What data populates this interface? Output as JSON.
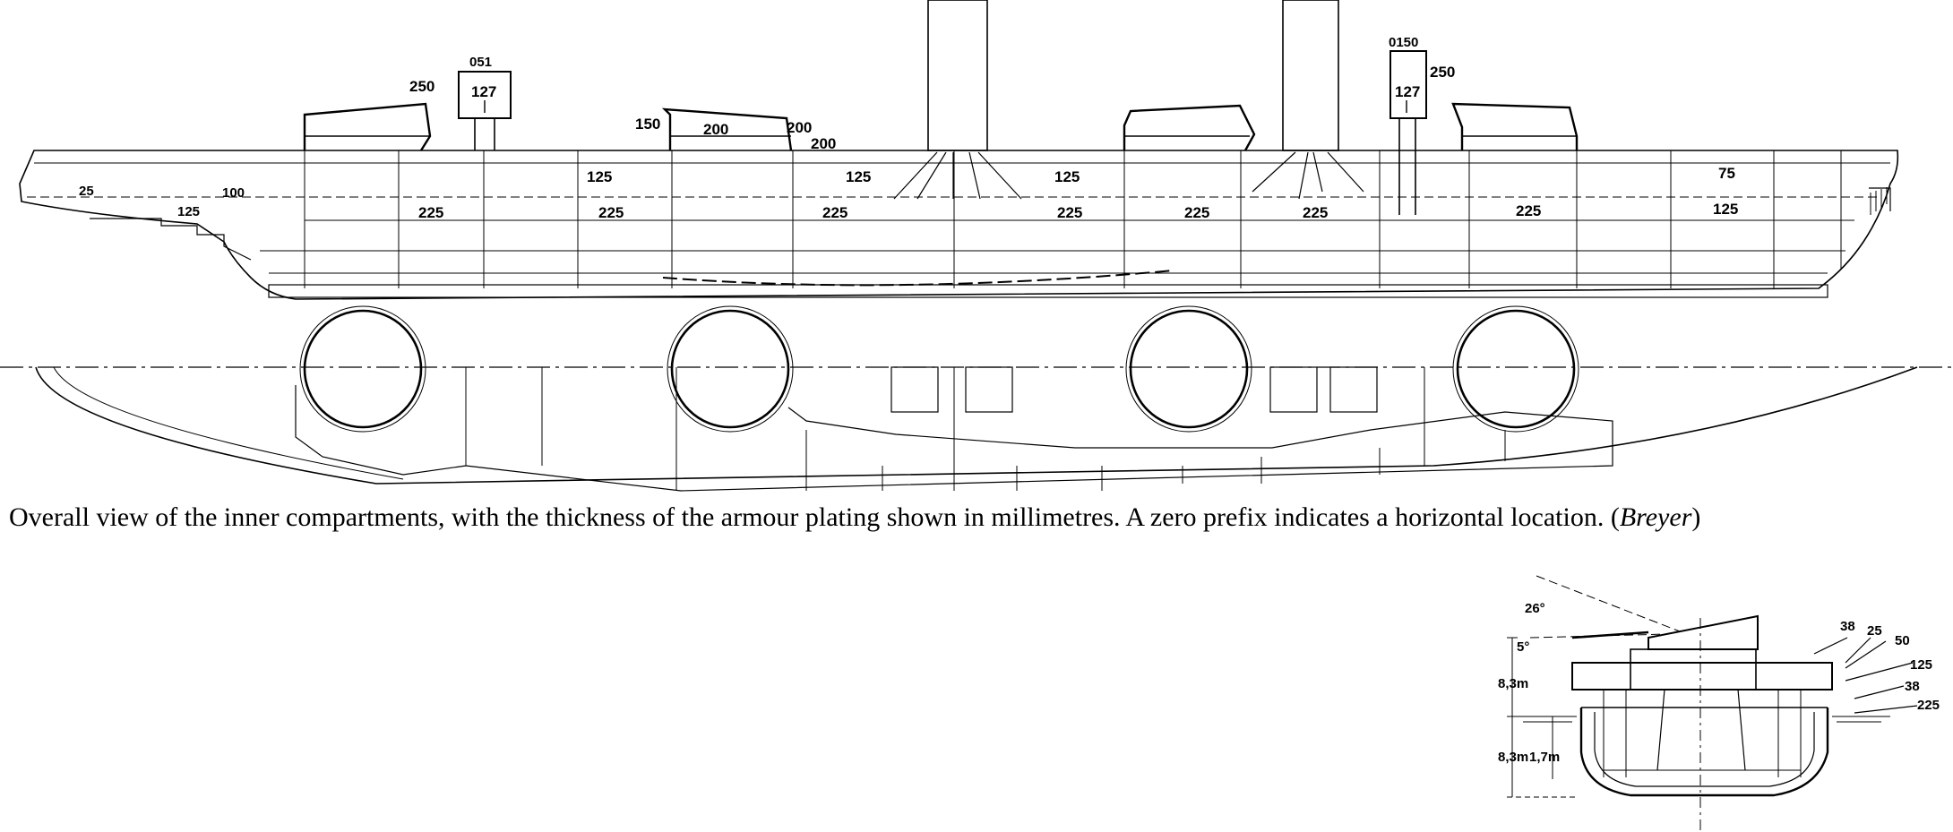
{
  "profile_labels": {
    "bow_deck": "25",
    "bow_deck_b": "100",
    "bow_belt": "125",
    "turret1_face": "250",
    "turret1_sight_top": "051",
    "turret1_sight": "127",
    "turret2_left": "150",
    "turret2_top": "200",
    "turret2_right": "200",
    "turret2_side": "200",
    "upper_belt_a": "125",
    "upper_belt_b": "125",
    "upper_belt_c": "125",
    "main_belt_a": "225",
    "main_belt_b": "225",
    "main_belt_c": "225",
    "main_belt_d": "225",
    "main_belt_e": "225",
    "main_belt_f": "225",
    "main_belt_g": "225",
    "stern_upper": "75",
    "stern_belt": "125",
    "rear_sight_top": "0150",
    "rear_sight": "127",
    "rear_sight_side": "250"
  },
  "section_labels": {
    "angle_elev": "26°",
    "angle_dep": "5°",
    "height_upper": "8,3m",
    "height_lower": "8,3m",
    "draught": "1,7m",
    "armour_a": "38",
    "armour_b": "25",
    "armour_c": "50",
    "armour_d": "125",
    "armour_e": "38",
    "armour_f": "225"
  },
  "caption": {
    "main": "Overall view of the inner compartments, with the thickness of the armour plating shown in millimetres. A zero prefix indicates a horizontal location.",
    "credit": "Breyer"
  }
}
